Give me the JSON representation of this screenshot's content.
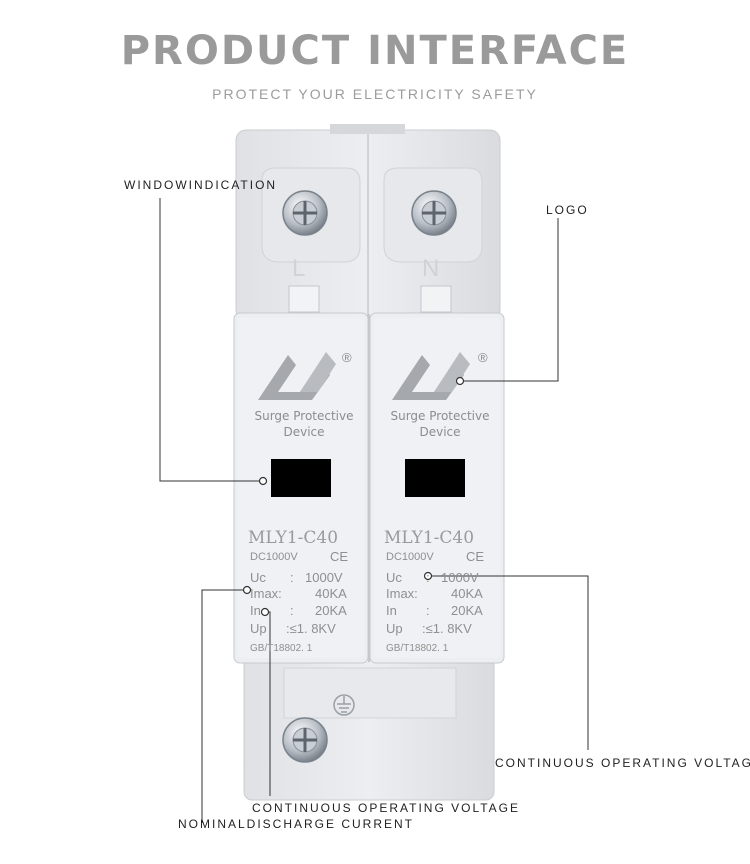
{
  "header": {
    "title": "PRODUCT INTERFACE",
    "subtitle": "PROTECT YOUR ELECTRICITY SAFETY"
  },
  "callouts": {
    "window_indication": "WINDOWINDICATION",
    "logo": "LOGO",
    "continuous_voltage_right": "CONTINUOUS OPERATING VOLTAGE",
    "continuous_voltage_bottom": "CONTINUOUS OPERATING VOLTAGE",
    "nominal_discharge": "NOMINALDISCHARGE CURRENT"
  },
  "device": {
    "terminal_left": "L",
    "terminal_right": "N",
    "modules": [
      {
        "logo_reg": "®",
        "name_line1": "Surge Protective",
        "name_line2": "Device",
        "model": "MLY1-C40",
        "dc_rating": "DC1000V",
        "ce": "CE",
        "uc_label": "Uc",
        "uc_sep": ":",
        "uc_value": "1000V",
        "imax_label": "Imax:",
        "imax_value": "40KA",
        "in_label": "In",
        "in_sep": ":",
        "in_value": "20KA",
        "up_label": "Up",
        "up_value": ":≤1. 8KV",
        "standard": "GB/T18802. 1"
      },
      {
        "logo_reg": "®",
        "name_line1": "Surge Protective",
        "name_line2": "Device",
        "model": "MLY1-C40",
        "dc_rating": "DC1000V",
        "ce": "CE",
        "uc_label": "Uc",
        "uc_sep": ":",
        "uc_value": "1000V",
        "imax_label": "Imax:",
        "imax_value": "40KA",
        "in_label": "In",
        "in_sep": ":",
        "in_value": "20KA",
        "up_label": "Up",
        "up_value": ":≤1. 8KV",
        "standard": "GB/T18802. 1"
      }
    ]
  },
  "colors": {
    "title": "#9a9a9a",
    "body": "#e8e9ec",
    "module": "#eceef1",
    "indicator_window": "#000000",
    "callout_line": "#333333"
  },
  "icons": [
    "screw-icon",
    "ground-icon",
    "brand-logo-icon"
  ]
}
